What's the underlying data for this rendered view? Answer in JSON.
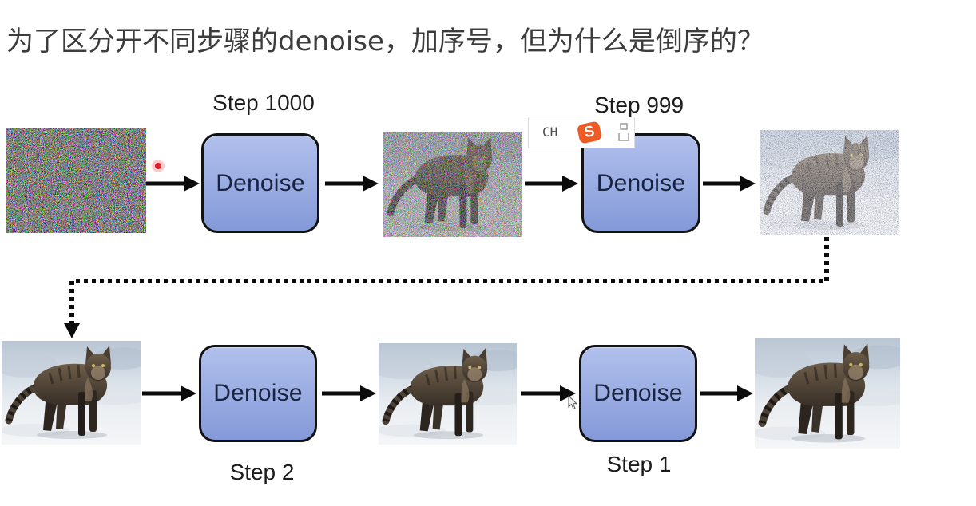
{
  "title": "为了区分开不同步骤的denoise，加序号，但为什么是倒序的？",
  "diagram": {
    "top_row": [
      {
        "step": "Step 1000",
        "box": "Denoise"
      },
      {
        "step": "Step 999",
        "box": "Denoise"
      }
    ],
    "bottom_row": [
      {
        "step": "Step 2",
        "box": "Denoise"
      },
      {
        "step": "Step 1",
        "box": "Denoise"
      }
    ]
  },
  "ime_toolbar": {
    "language": "CH",
    "logo_letter": "S",
    "icons": [
      "sogou-logo-icon",
      "toolbar-grid-icon"
    ]
  },
  "icons": [
    "laser-pointer-dot",
    "mouse-cursor-icon",
    "arrow-icon",
    "dotted-connector-arrow"
  ],
  "colors": {
    "box_fill_top": "#b1c0ec",
    "box_fill_bottom": "#8499d9",
    "box_border": "#121212",
    "arrow": "#0b0b0b",
    "title_text": "#3c3c3c",
    "ime_logo": "#ef5a24"
  }
}
